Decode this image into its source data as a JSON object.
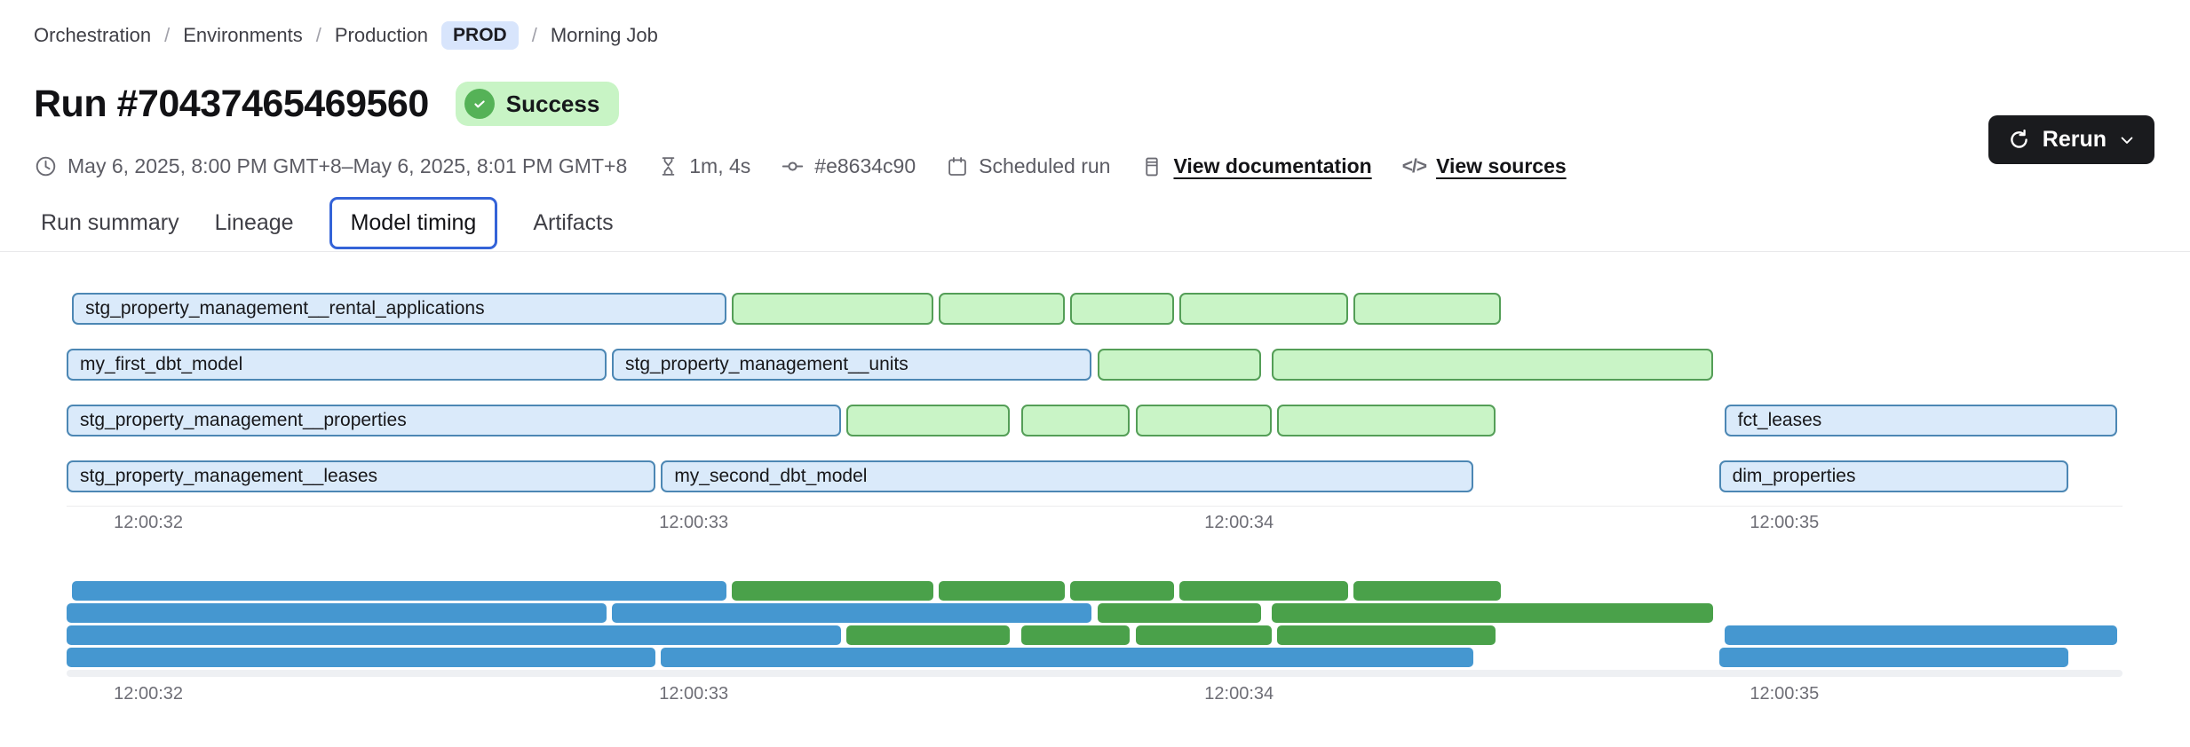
{
  "breadcrumb": {
    "items": [
      "Orchestration",
      "Environments",
      "Production",
      "Morning Job"
    ],
    "separator": "/",
    "env_badge": "PROD",
    "env_badge_color": "#d8e5fc"
  },
  "header": {
    "title": "Run #70437465469560",
    "status": "Success",
    "status_bg_color": "#c8f4c5",
    "status_check_color": "#55b257"
  },
  "meta": {
    "time_range": "May 6, 2025, 8:00 PM GMT+8–May 6, 2025, 8:01 PM GMT+8",
    "duration": "1m, 4s",
    "commit": "#e8634c90",
    "trigger": "Scheduled run",
    "docs_link": "View documentation",
    "sources_link": "View sources",
    "code_icon_glyph": "</>"
  },
  "actions": {
    "rerun_label": "Rerun"
  },
  "tabs": {
    "items": [
      {
        "label": "Run summary",
        "active": false
      },
      {
        "label": "Lineage",
        "active": false
      },
      {
        "label": "Model timing",
        "active": true
      },
      {
        "label": "Artifacts",
        "active": false
      }
    ]
  },
  "chart_data": {
    "type": "bar",
    "subtype": "gantt-model-timing",
    "title": "",
    "xlabel": "",
    "x_unit": "time of day (HH:MM:SS), seconds after 12:00:00",
    "views": [
      "detail-gantt-with-labels",
      "minimap-gantt-solid"
    ],
    "grid": false,
    "legend": false,
    "domain_seconds": [
      31.85,
      35.62
    ],
    "axis_ticks": [
      {
        "label": "12:00:32",
        "t": 32
      },
      {
        "label": "12:00:33",
        "t": 33
      },
      {
        "label": "12:00:34",
        "t": 34
      },
      {
        "label": "12:00:35",
        "t": 35
      }
    ],
    "colors": {
      "model_fill": "#daeafa",
      "model_border": "#4c87b4",
      "test_fill": "#c9f4c6",
      "test_border": "#549e57",
      "minimap_model": "#4597d0",
      "minimap_test": "#4aa14a"
    },
    "rows": [
      {
        "bars": [
          {
            "name": "stg_property_management__rental_applications",
            "kind": "model",
            "start": 31.86,
            "end": 33.06
          },
          {
            "name": "",
            "kind": "test",
            "start": 33.07,
            "end": 33.44
          },
          {
            "name": "",
            "kind": "test",
            "start": 33.45,
            "end": 33.68
          },
          {
            "name": "",
            "kind": "test",
            "start": 33.69,
            "end": 33.88
          },
          {
            "name": "",
            "kind": "test",
            "start": 33.89,
            "end": 34.2
          },
          {
            "name": "",
            "kind": "test",
            "start": 34.21,
            "end": 34.48
          }
        ]
      },
      {
        "bars": [
          {
            "name": "my_first_dbt_model",
            "kind": "model",
            "start": 31.85,
            "end": 32.84
          },
          {
            "name": "stg_property_management__units",
            "kind": "model",
            "start": 32.85,
            "end": 33.73
          },
          {
            "name": "",
            "kind": "test",
            "start": 33.74,
            "end": 34.04
          },
          {
            "name": "",
            "kind": "test",
            "start": 34.06,
            "end": 34.87
          }
        ]
      },
      {
        "bars": [
          {
            "name": "stg_property_management__properties",
            "kind": "model",
            "start": 31.85,
            "end": 33.27
          },
          {
            "name": "",
            "kind": "test",
            "start": 33.28,
            "end": 33.58
          },
          {
            "name": "",
            "kind": "test",
            "start": 33.6,
            "end": 33.8
          },
          {
            "name": "",
            "kind": "test",
            "start": 33.81,
            "end": 34.06
          },
          {
            "name": "",
            "kind": "test",
            "start": 34.07,
            "end": 34.47
          },
          {
            "name": "fct_leases",
            "kind": "model",
            "start": 34.89,
            "end": 35.61
          }
        ]
      },
      {
        "bars": [
          {
            "name": "stg_property_management__leases",
            "kind": "model",
            "start": 31.85,
            "end": 32.93
          },
          {
            "name": "my_second_dbt_model",
            "kind": "model",
            "start": 32.94,
            "end": 34.43
          },
          {
            "name": "dim_properties",
            "kind": "model",
            "start": 34.88,
            "end": 35.52
          }
        ]
      }
    ]
  }
}
